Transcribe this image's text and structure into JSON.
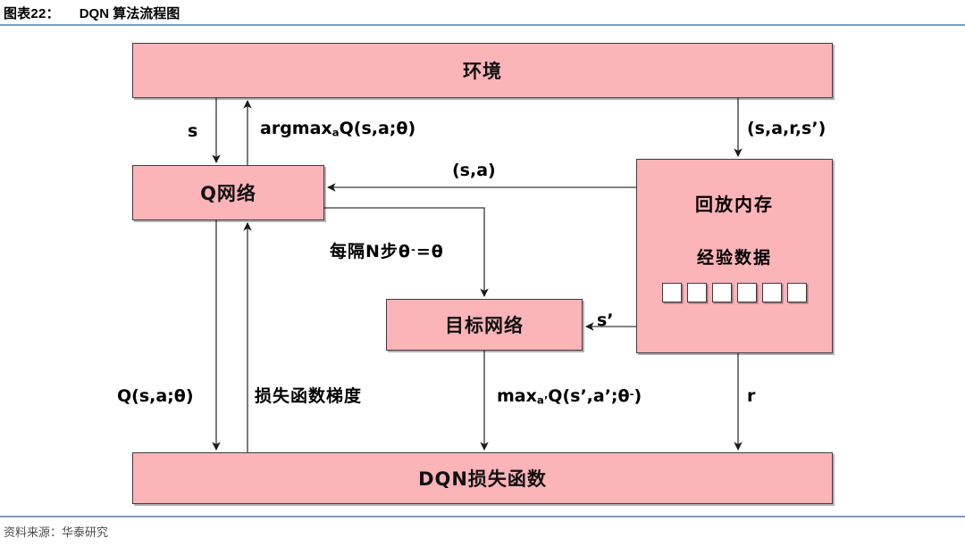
{
  "header": {
    "exhibit_label": "图表22：",
    "title": "DQN 算法流程图",
    "rule_color": "#7b9bc4"
  },
  "source": {
    "text": "资料来源：华泰研究"
  },
  "diagram": {
    "type": "flowchart",
    "node_fill": "#fbb4b8",
    "node_border": "#3d3d3d",
    "nodes": [
      {
        "id": "environment",
        "label": "环境"
      },
      {
        "id": "qnetwork",
        "label": "Q网络"
      },
      {
        "id": "replay",
        "label": "回放内存",
        "sublabel": "经验数据",
        "slot_count": 6
      },
      {
        "id": "target",
        "label": "目标网络"
      },
      {
        "id": "loss",
        "label": "DQN损失函数"
      }
    ],
    "edges": [
      {
        "id": "env-to-q",
        "from": "environment",
        "to": "qnetwork",
        "label": "s"
      },
      {
        "id": "q-to-env",
        "from": "qnetwork",
        "to": "environment",
        "label_parts": {
          "pre": "argmax",
          "sub": "a",
          "post": "Q(s,a;θ)"
        },
        "label_plain": "argmaxaQ(s,a;θ)"
      },
      {
        "id": "env-to-replay",
        "from": "environment",
        "to": "replay",
        "label": "(s,a,r,s’)"
      },
      {
        "id": "replay-to-q",
        "from": "replay",
        "to": "qnetwork",
        "label": "(s,a)"
      },
      {
        "id": "q-to-target",
        "from": "qnetwork",
        "to": "target",
        "label_parts": {
          "pre": "每隔N步θ",
          "sup": "-",
          "post": "=θ"
        },
        "label_plain": "每隔N步θ-=θ"
      },
      {
        "id": "replay-to-target",
        "from": "replay",
        "to": "target",
        "label": "s’"
      },
      {
        "id": "q-to-loss",
        "from": "qnetwork",
        "to": "loss",
        "label": "Q(s,a;θ)"
      },
      {
        "id": "loss-to-q",
        "from": "loss",
        "to": "qnetwork",
        "label": "损失函数梯度"
      },
      {
        "id": "target-to-loss",
        "from": "target",
        "to": "loss",
        "label_parts": {
          "pre": "max",
          "sub": "a’",
          "post": "Q(s’,a’;θ",
          "sup": "-",
          "tail": ")"
        },
        "label_plain": "maxa’Q(s’,a’;θ-)"
      },
      {
        "id": "replay-to-loss",
        "from": "replay",
        "to": "loss",
        "label": "r"
      }
    ]
  }
}
